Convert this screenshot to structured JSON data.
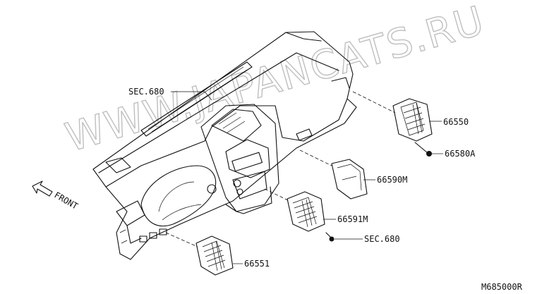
{
  "watermark": "WWW.JAPANCATS.RU",
  "labels": {
    "sec_680_top": "SEC.680",
    "part_66550": "66550",
    "part_66580A": "66580A",
    "part_66590M": "66590M",
    "part_66591M": "66591M",
    "sec_680_bottom": "SEC.680",
    "part_66551": "66551",
    "front": "FRONT",
    "drawing_code": "M685000R"
  },
  "icons": {
    "front_arrow": "front-arrow-icon"
  }
}
